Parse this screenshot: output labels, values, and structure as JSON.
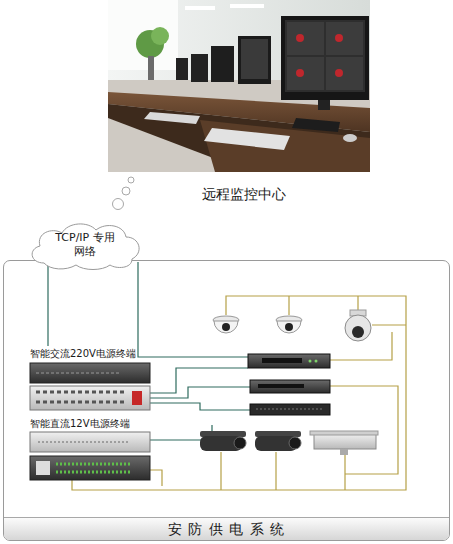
{
  "diagram": {
    "nodes": [
      {
        "text": [
          "远程监控中心"
        ]
      },
      {
        "text": [
          "TCP/IP 专用网络"
        ]
      },
      {
        "text": [
          "安 防 供 电 系 统"
        ]
      },
      {
        "text": [
          "智能交流220V电源终端"
        ],
        "in": 2
      },
      {
        "text": [
          "智能直流12V电源终端"
        ],
        "in": 2
      }
    ],
    "edges": [
      {
        "from": 1,
        "to": 3,
        "arrow": "none"
      }
    ]
  }
}
